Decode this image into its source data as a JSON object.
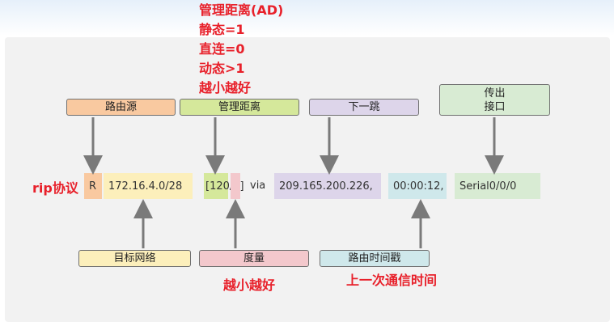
{
  "annotations": {
    "ad_lines": [
      "管理距离(AD)",
      "静态=1",
      "直连=0",
      "动态>1",
      "越小越好"
    ],
    "rip": "rip协议",
    "metric_note": "越小越好",
    "timestamp_note": "上一次通信时间"
  },
  "top_labels": {
    "source": "路由源",
    "ad": "管理距离",
    "next_hop": "下一跳",
    "out_iface_line1": "传出",
    "out_iface_line2": "接口"
  },
  "route": {
    "code": "R",
    "network": "172.16.4.0/28",
    "ad_metric": "[120/2]",
    "via": "via",
    "next_hop": "209.165.200.226,",
    "timestamp": "00:00:12,",
    "interface": "Serial0/0/0"
  },
  "bottom_labels": {
    "dest_network": "目标网络",
    "metric": "度量",
    "route_timestamp": "路由时间戳"
  },
  "colors": {
    "source": "#f9c9a0",
    "ad": "#d5e89b",
    "next_hop": "#ddd5ea",
    "interface": "#d8ebd3",
    "network": "#fcefbb",
    "metric": "#f3c8cc",
    "timestamp": "#cfe8eb",
    "annotation": "#e8202a"
  }
}
